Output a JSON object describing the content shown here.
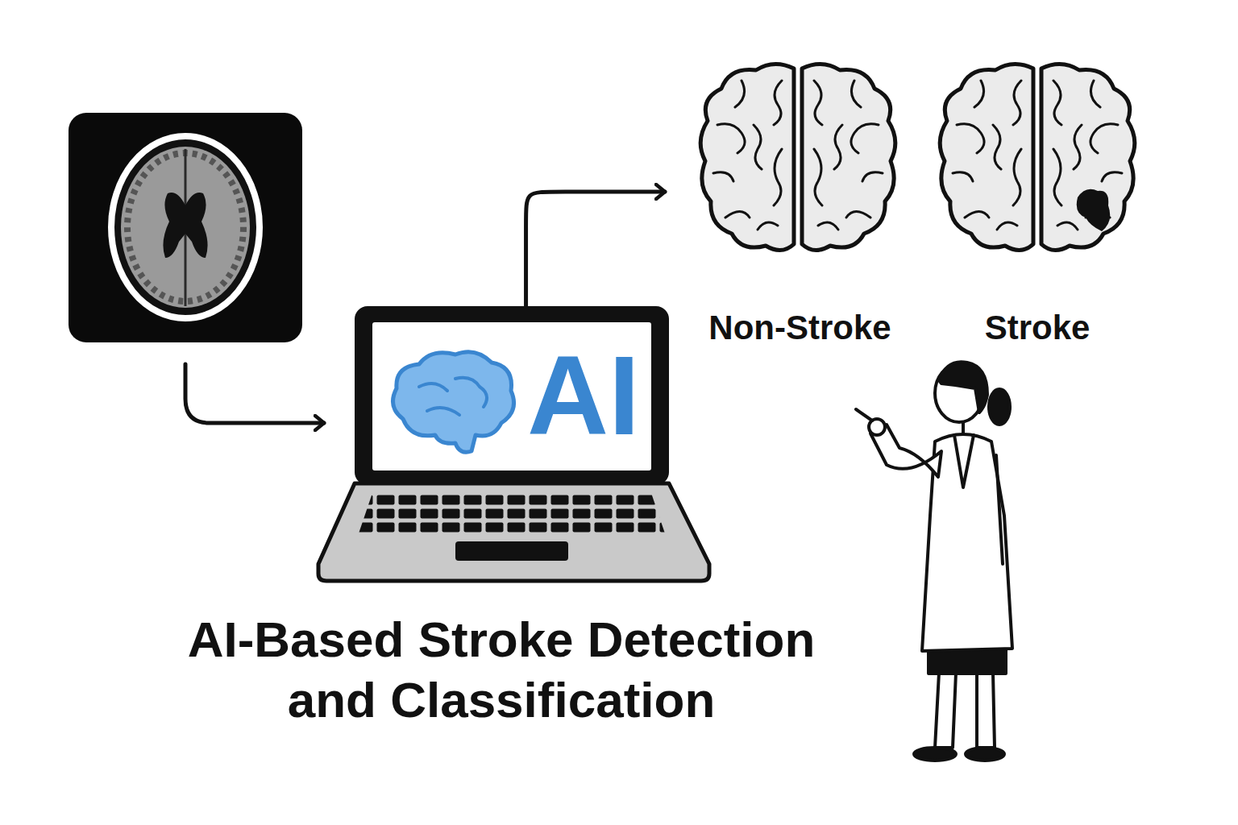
{
  "diagram": {
    "title": "AI-Based Stroke Detection and Classification",
    "nodes": [
      {
        "text": [
          "AI"
        ]
      },
      {
        "text": [
          "Non-Stroke"
        ]
      },
      {
        "text": [
          "Stroke"
        ]
      }
    ],
    "edges": [
      {
        "from": 0,
        "to": 1,
        "arrow": "to"
      }
    ]
  }
}
